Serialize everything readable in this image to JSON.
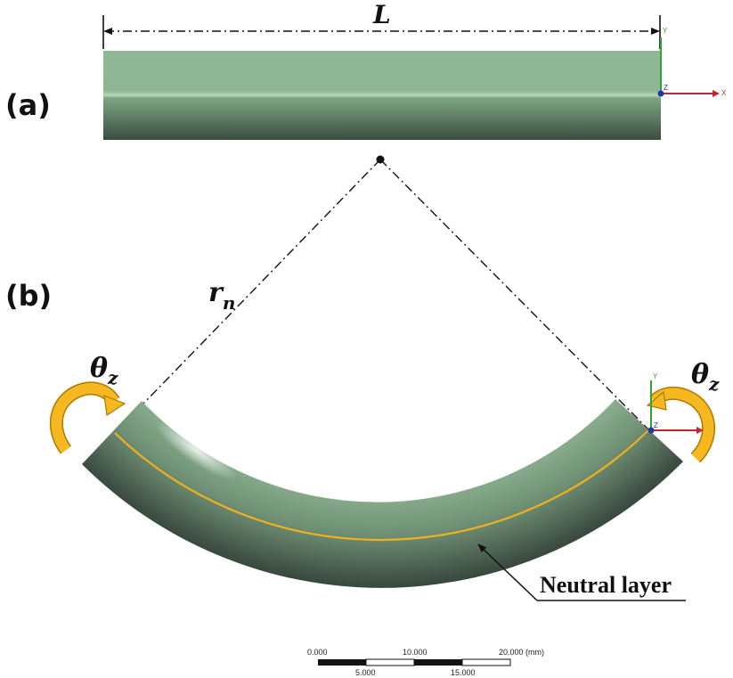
{
  "panels": {
    "a": {
      "label": "(a)",
      "length_symbol": "L"
    },
    "b": {
      "label": "(b)",
      "radius_symbol_main": "r",
      "radius_symbol_sub": "n",
      "rotation_symbol_main": "θ",
      "rotation_symbol_sub": "z",
      "neutral_label": "Neutral layer"
    }
  },
  "axes": {
    "x": "X",
    "y": "Y",
    "z": "Z"
  },
  "scale_bar": {
    "top_ticks": [
      "0.000",
      "10.000",
      "20.000 (mm)"
    ],
    "bottom_ticks": [
      "5.000",
      "15.000"
    ]
  },
  "colors": {
    "tube_light": "#9cc3a3",
    "tube_dark": "#3b5042",
    "neutral_line": "#f2b01e",
    "arrow": "#f5b820",
    "x_axis": "#c0282d",
    "y_axis": "#2fa23a",
    "z_axis": "#1d3a9a"
  }
}
